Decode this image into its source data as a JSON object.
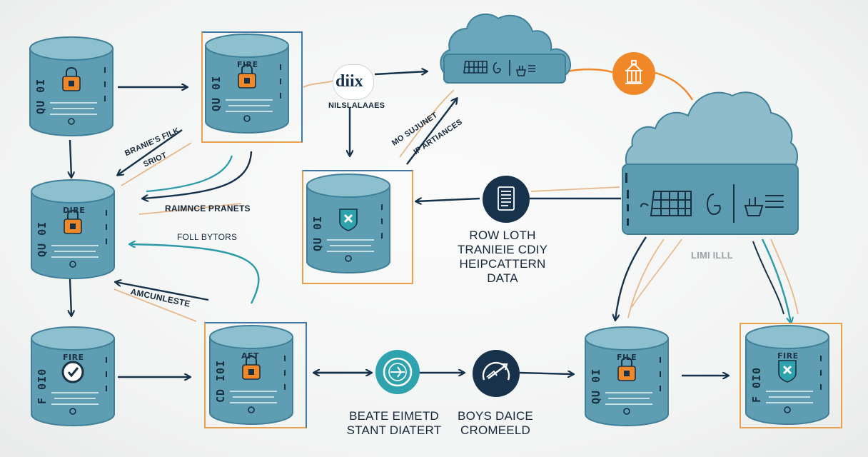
{
  "labels": {
    "top_badge": "diix",
    "top_badge_caption": "NILSLALAAES",
    "left_arrow_1": "BRANIE'S FILK",
    "left_arrow_1b": "SRIOT",
    "left_arrow_2": "RAIMNCE PRANETS",
    "left_arrow_3": "FOLL BYTORS",
    "left_arrow_4": "AMCUNLESTE",
    "diag_label_1": "MO SUJUNET",
    "diag_label_2": "IP ARTIANCES",
    "center_block_1": "ROW LOTH",
    "center_block_2": "TRANIEIE CDIY",
    "center_block_3": "HEIPCATTERN",
    "center_block_4": "DATA",
    "bottom_mid_1": "BEATE EIMETD",
    "bottom_mid_2": "STANT DIATERT",
    "bottom_right_1": "BOYS DAICE",
    "bottom_right_2": "CROMEELD",
    "cloud_caption": "LIMI ILLL"
  },
  "cylinders": [
    {
      "id": "cyl-left-top",
      "title": "",
      "side": "QU 0I",
      "icon": "lock-icon"
    },
    {
      "id": "cyl-top-mid",
      "title": "FIRE",
      "side": "QU 0I",
      "icon": "lock-icon"
    },
    {
      "id": "cyl-left-mid",
      "title": "DIRE",
      "side": "QU 0I",
      "icon": "lock-icon"
    },
    {
      "id": "cyl-center",
      "title": "",
      "side": "QU 0I",
      "icon": "shield-x-icon"
    },
    {
      "id": "cyl-left-bot",
      "title": "FIRE",
      "side": "F 0I0",
      "icon": "check-icon"
    },
    {
      "id": "cyl-bot-mid",
      "title": "AFT",
      "side": "CD I0I",
      "icon": "lock-icon"
    },
    {
      "id": "cyl-bot-right1",
      "title": "FILE",
      "side": "QU 0I",
      "icon": "lock-icon"
    },
    {
      "id": "cyl-bot-right2",
      "title": "FIRE",
      "side": "F 0I0",
      "icon": "shield-x-icon"
    }
  ],
  "colors": {
    "cylinder": "#5f9db3",
    "cylinder_dark": "#3f7f98",
    "cylinder_top": "#8cc0cf",
    "arrow_navy": "#16324a",
    "arrow_teal": "#2b9aa8",
    "accent_orange": "#f0882a",
    "frame_orange": "#e9a04e",
    "frame_blue": "#3f77a6"
  }
}
